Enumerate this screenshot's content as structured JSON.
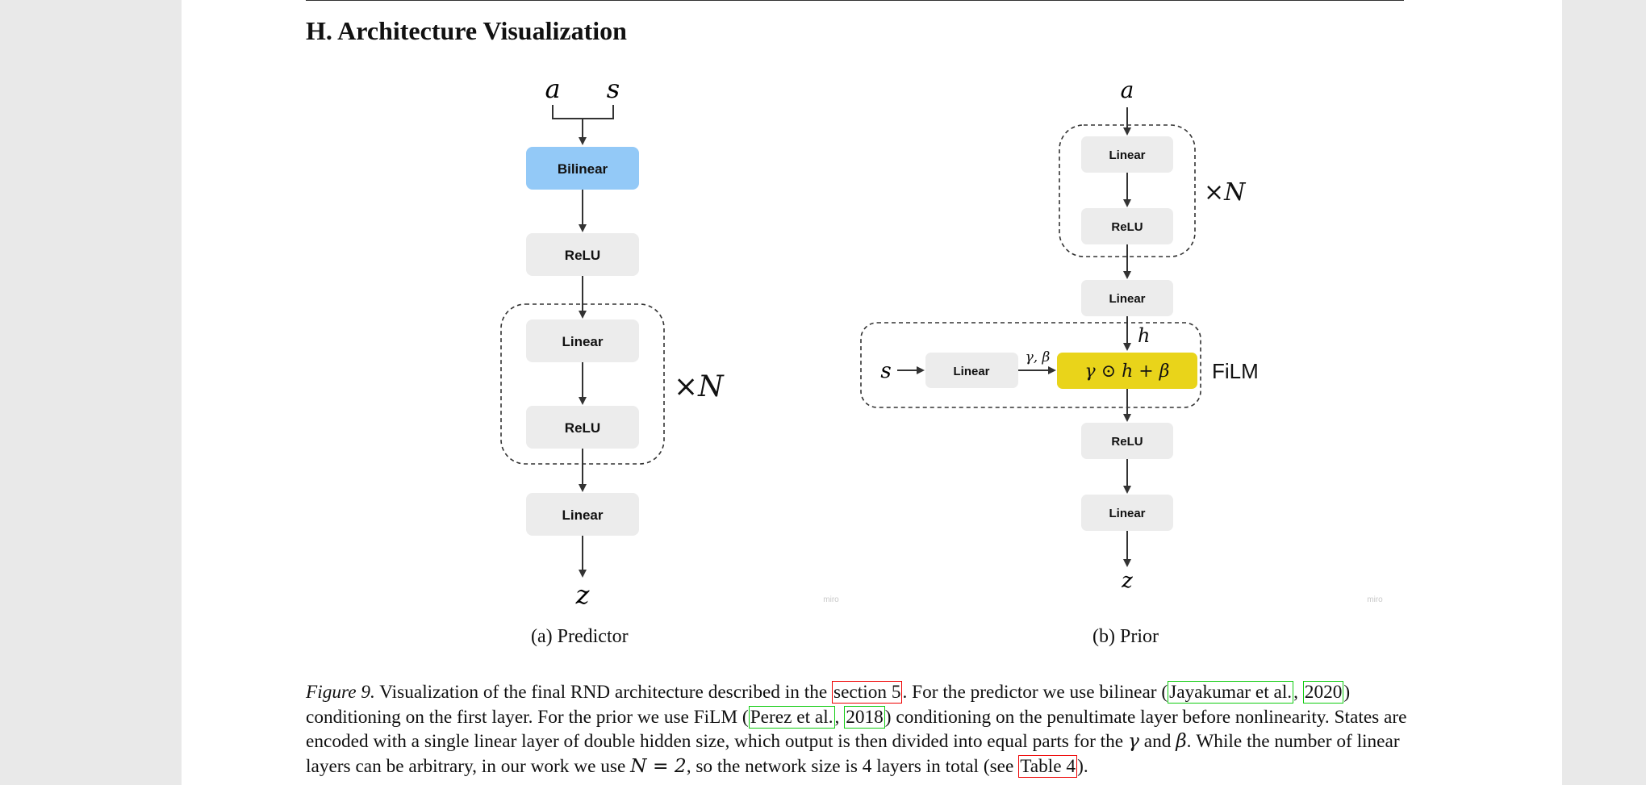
{
  "section": {
    "title": "H. Architecture Visualization"
  },
  "predictor": {
    "inputs": [
      "a",
      "s"
    ],
    "blocks": [
      "Bilinear",
      "ReLU",
      "Linear",
      "ReLU",
      "Linear"
    ],
    "repeat": "×N",
    "output": "z",
    "caption": "(a) Predictor",
    "watermark": "miro"
  },
  "prior": {
    "input": "a",
    "blocks": [
      "Linear",
      "ReLU",
      "Linear",
      "ReLU",
      "Linear"
    ],
    "repeat": "×N",
    "h_label": "h",
    "film": {
      "state": "s",
      "linear": "Linear",
      "params": "γ, β",
      "formula": "γ ⊙ h + β",
      "label": "FiLM"
    },
    "output": "z",
    "caption": "(b) Prior",
    "watermark": "miro"
  },
  "caption": {
    "figure_label": "Figure 9.",
    "t1": " Visualization of the final RND architecture described in the ",
    "ref1": "section 5",
    "t2": ". For the predictor we use bilinear (",
    "ref2": "Jayakumar et al.",
    "t3": ", ",
    "ref3": "2020",
    "t4": ") conditioning on the first layer. For the prior we use FiLM (",
    "ref4": "Perez et al.",
    "t5": ", ",
    "ref5": "2018",
    "t6": ") conditioning on the penultimate layer before nonlinearity. States are encoded with a single linear layer of double hidden size, which output is then divided into equal parts for the ",
    "gamma": "γ",
    "t7": " and ",
    "beta": "β",
    "t8": ". While the number of linear layers can be arbitrary, in our work we use ",
    "eq": "N = 2",
    "t9": ", so the network size is 4 layers in total (see ",
    "ref6": "Table 4",
    "t10": ")."
  },
  "colors": {
    "bilinear": "#93c9f7",
    "film_block": "#e9d41a",
    "layer_block": "#ececec",
    "link_red": "#ee0000",
    "link_green": "#11cc11"
  }
}
